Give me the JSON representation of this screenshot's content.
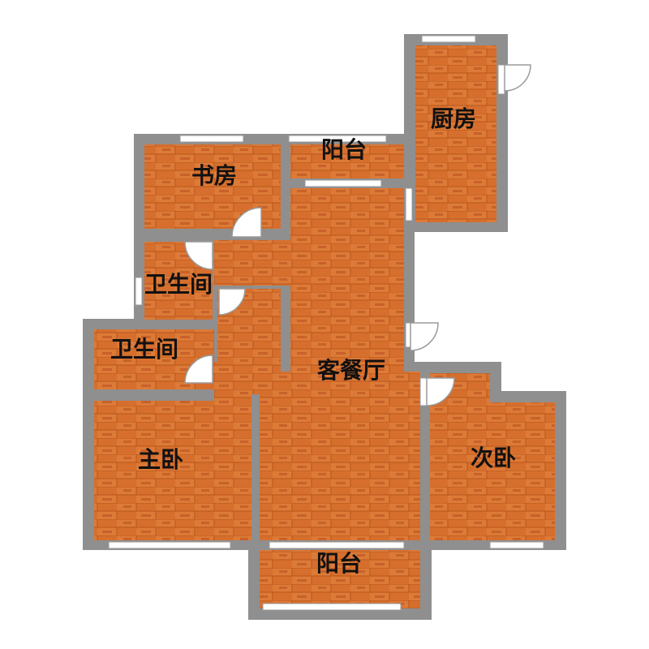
{
  "colors": {
    "wall": "#8f8f8f",
    "floor": "#d66f2d",
    "floor_dark": "#b9551c",
    "floor_light": "#e3884a",
    "window": "#ffffff",
    "label": "#111111"
  },
  "rooms": {
    "kitchen": {
      "label": "厨房"
    },
    "study": {
      "label": "书房"
    },
    "balcony_top": {
      "label": "阳台"
    },
    "bathroom_1": {
      "label": "卫生间"
    },
    "bathroom_2": {
      "label": "卫生间"
    },
    "living_dining": {
      "label": "客餐厅"
    },
    "master_bedroom": {
      "label": "主卧"
    },
    "second_bedroom": {
      "label": "次卧"
    },
    "balcony_bottom": {
      "label": "阳台"
    }
  }
}
